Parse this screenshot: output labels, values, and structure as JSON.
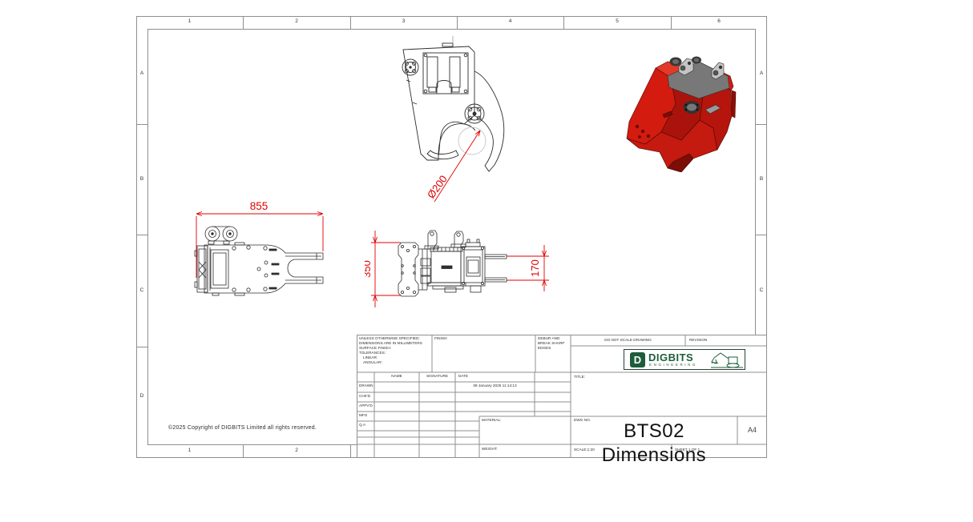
{
  "sheet": {
    "copyright": "©2025 Copyright of DIGBITS Limited all rights reserved.",
    "zones": {
      "top": [
        "1",
        "2",
        "3",
        "4",
        "5",
        "6"
      ],
      "bottom": [
        "1",
        "2"
      ],
      "left": [
        "A",
        "B",
        "C",
        "D"
      ],
      "right": [
        "A",
        "B",
        "C"
      ]
    }
  },
  "views": {
    "side": {
      "dim_diameter": "Ø200"
    },
    "plan": {
      "dim_length": "855"
    },
    "front": {
      "dim_height": "350",
      "dim_width": "170"
    }
  },
  "title_block": {
    "spec_lines": [
      "UNLESS OTHERWISE SPECIFIED:",
      "DIMENSIONS ARE IN MILLIMETERS",
      "SURFACE FINISH:",
      "TOLERANCES:",
      "LINEAR:",
      "ANGULAR:"
    ],
    "finish_label": "FINISH:",
    "debur_lines": [
      "DEBUR AND",
      "BREAK SHARP",
      "EDGES"
    ],
    "do_not_scale": "DO NOT SCALE DRAWING",
    "revision_label": "REVISION",
    "table_headers": {
      "name": "NAME",
      "signature": "SIGNATURE",
      "date": "DATE"
    },
    "staff_rows": [
      {
        "label": "DRAWN",
        "date": "08 January 2025 11:14:13"
      },
      {
        "label": "CHK'D",
        "date": ""
      },
      {
        "label": "APPV'D",
        "date": ""
      },
      {
        "label": "MFG",
        "date": ""
      },
      {
        "label": "Q.A",
        "date": ""
      }
    ],
    "material_label": "MATERIAL:",
    "weight_label": "WEIGHT:",
    "title_label": "TITLE:",
    "dwg_no_label": "DWG NO.",
    "drawing_title": "BTS02 Dimensions",
    "paper_size": "A4",
    "scale_label": "SCALE:1:20",
    "sheet_label": "SHEET 1 OF 1",
    "logo": {
      "monogram": "D",
      "brand": "DIGBITS",
      "subtitle": "ENGINEERING"
    }
  },
  "colors": {
    "dimension_red": "#e00000",
    "logo_green": "#1e5c3b",
    "part_red": "#cf1b10",
    "line_gray": "#8f8f8f"
  }
}
